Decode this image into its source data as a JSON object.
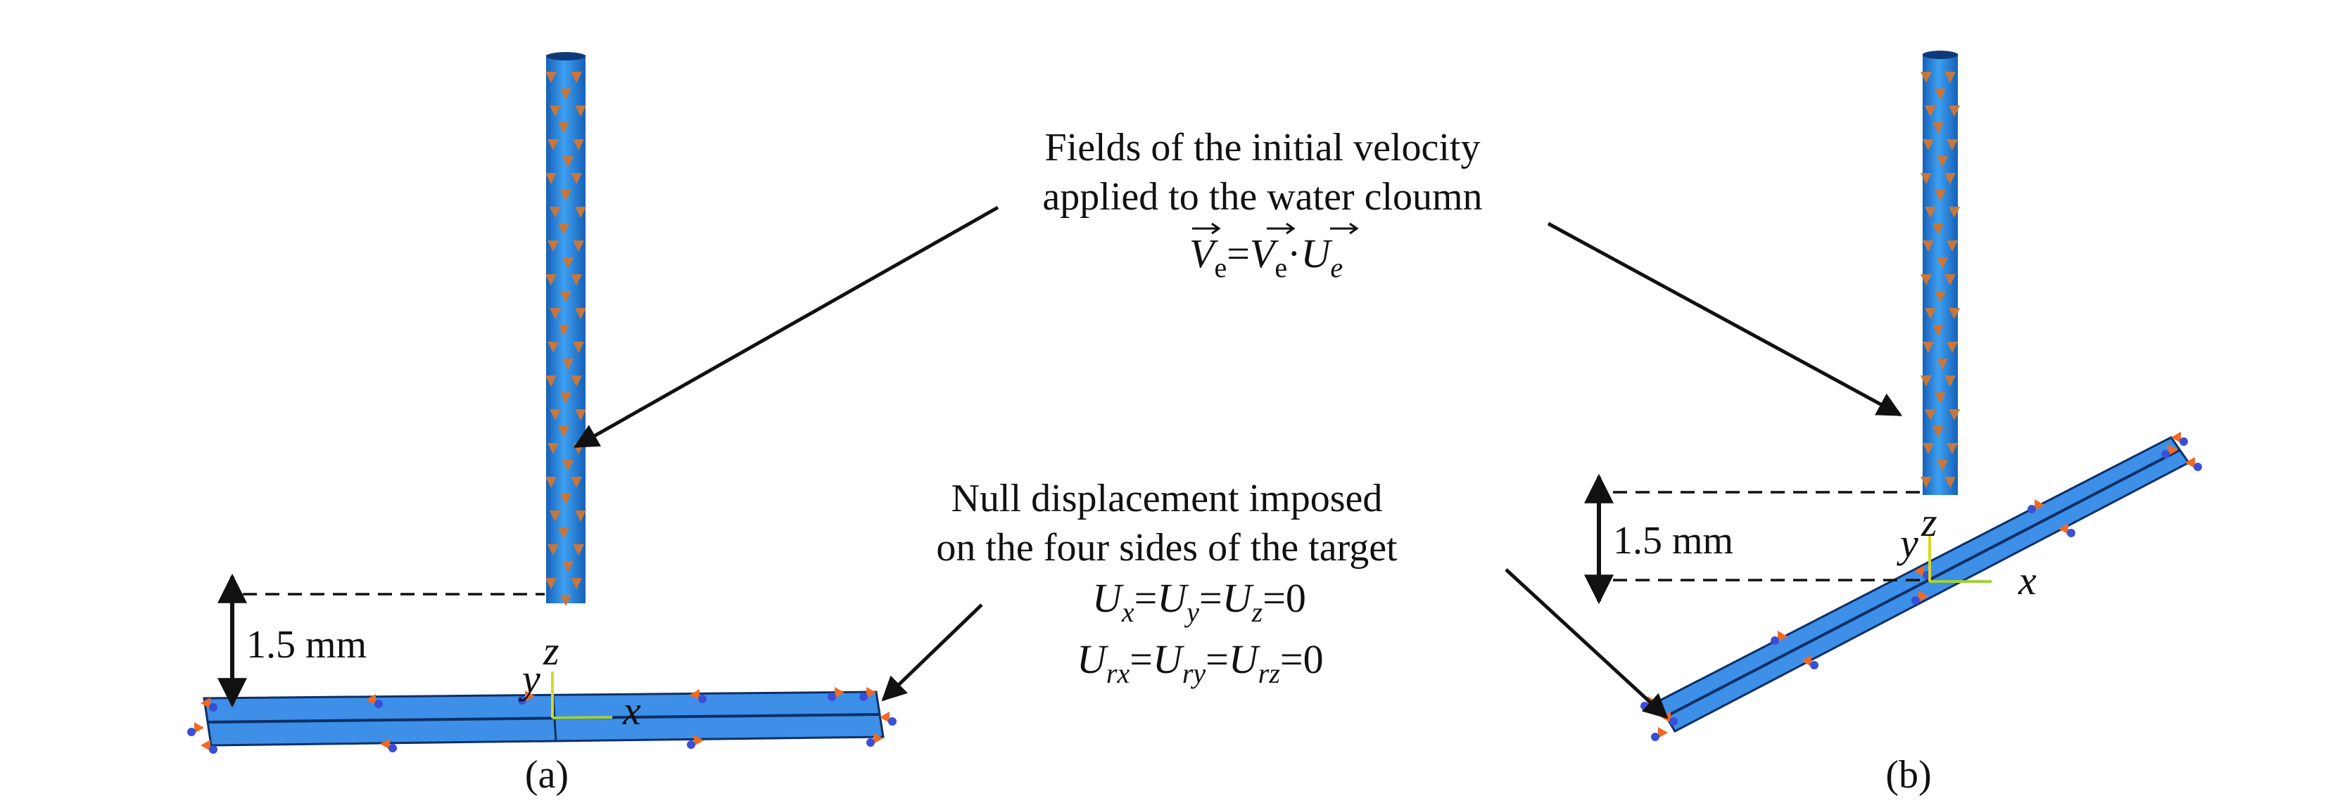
{
  "annotations": {
    "velocity": {
      "line1": "Fields of the initial velocity",
      "line2": "applied to the water cloumn",
      "formula": {
        "v1": "V",
        "v1_sub": "e",
        "eq": "=",
        "v2": "V",
        "v2_sub": "e",
        "dot": "·",
        "u": "U",
        "u_sub": "e"
      }
    },
    "displacement": {
      "line1": "Null displacement imposed",
      "line2": "on the four sides of the target",
      "translational": {
        "u1": "U",
        "u1_sub": "x",
        "eq1": "=",
        "u2": "U",
        "u2_sub": "y",
        "eq2": "=",
        "u3": "U",
        "u3_sub": "z",
        "tail": "=0"
      },
      "rotational": {
        "u1": "U",
        "u1_sub": "rx",
        "eq1": "=",
        "u2": "U",
        "u2_sub": "ry",
        "eq2": "=",
        "u3": "U",
        "u3_sub": "rz",
        "tail": "=0"
      }
    }
  },
  "panels": {
    "a": {
      "caption": "(a)",
      "gap_label": "1.5 mm",
      "axes": {
        "x": "x",
        "y": "y",
        "z": "z"
      }
    },
    "b": {
      "caption": "(b)",
      "gap_label": "1.5 mm",
      "axes": {
        "x": "x",
        "y": "y",
        "z": "z"
      }
    }
  },
  "colors": {
    "column_blue": "#2e8fe6",
    "column_dark": "#1560b8",
    "plate_blue": "#3d8fe8",
    "velocity_arrow": "#c8763a",
    "bc_orange": "#f06a24",
    "bc_blue": "#3a4fd8",
    "axis_green": "#9fd23c",
    "axis_yellow": "#d8d820"
  }
}
